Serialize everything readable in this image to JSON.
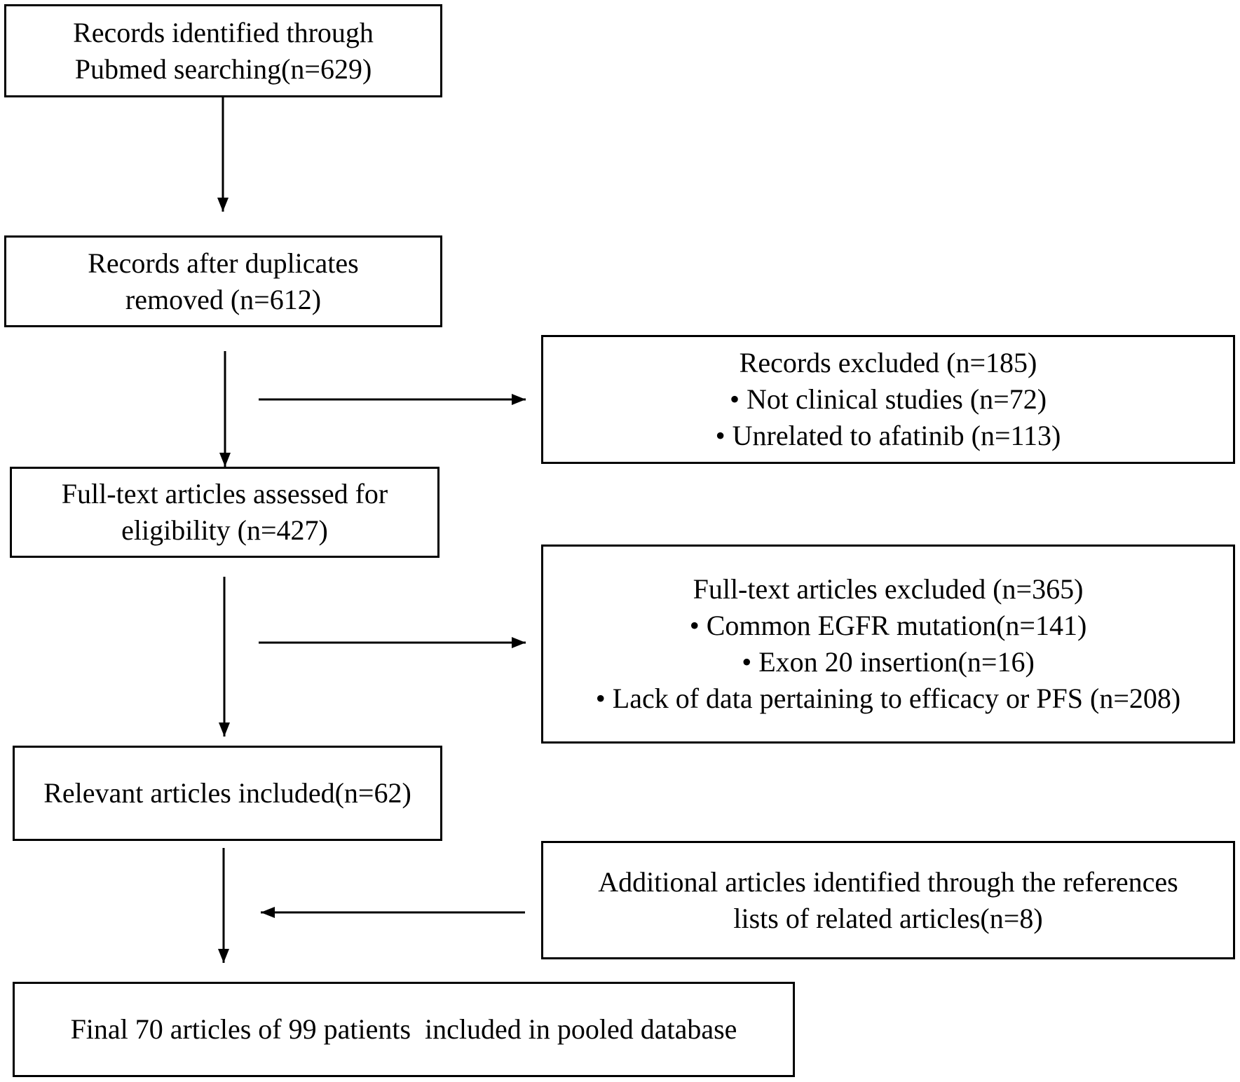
{
  "boxes": {
    "records_identified": {
      "lines": [
        "Records identified through",
        "Pubmed searching(n=629)"
      ]
    },
    "duplicates_removed": {
      "lines": [
        "Records after duplicates",
        "removed (n=612)"
      ]
    },
    "records_excluded": {
      "lines": [
        "Records excluded (n=185)",
        "• Not clinical studies (n=72)",
        "• Unrelated to afatinib (n=113)"
      ]
    },
    "fulltext_assessed": {
      "lines": [
        "Full-text articles assessed for",
        "eligibility (n=427)"
      ]
    },
    "fulltext_excluded": {
      "lines": [
        "Full-text articles excluded (n=365)",
        "• Common EGFR mutation(n=141)",
        "• Exon 20 insertion(n=16)",
        "• Lack of data pertaining to efficacy or PFS (n=208)"
      ]
    },
    "relevant_included": {
      "lines": [
        "Relevant articles included(n=62)"
      ]
    },
    "additional_identified": {
      "lines": [
        "Additional articles identified through the references",
        "lists of related articles(n=8)"
      ]
    },
    "final_included": {
      "lines": [
        "Final 70 articles of 99 patients  included in pooled database"
      ]
    }
  },
  "colors": {
    "stroke": "#000000",
    "background": "#ffffff"
  }
}
